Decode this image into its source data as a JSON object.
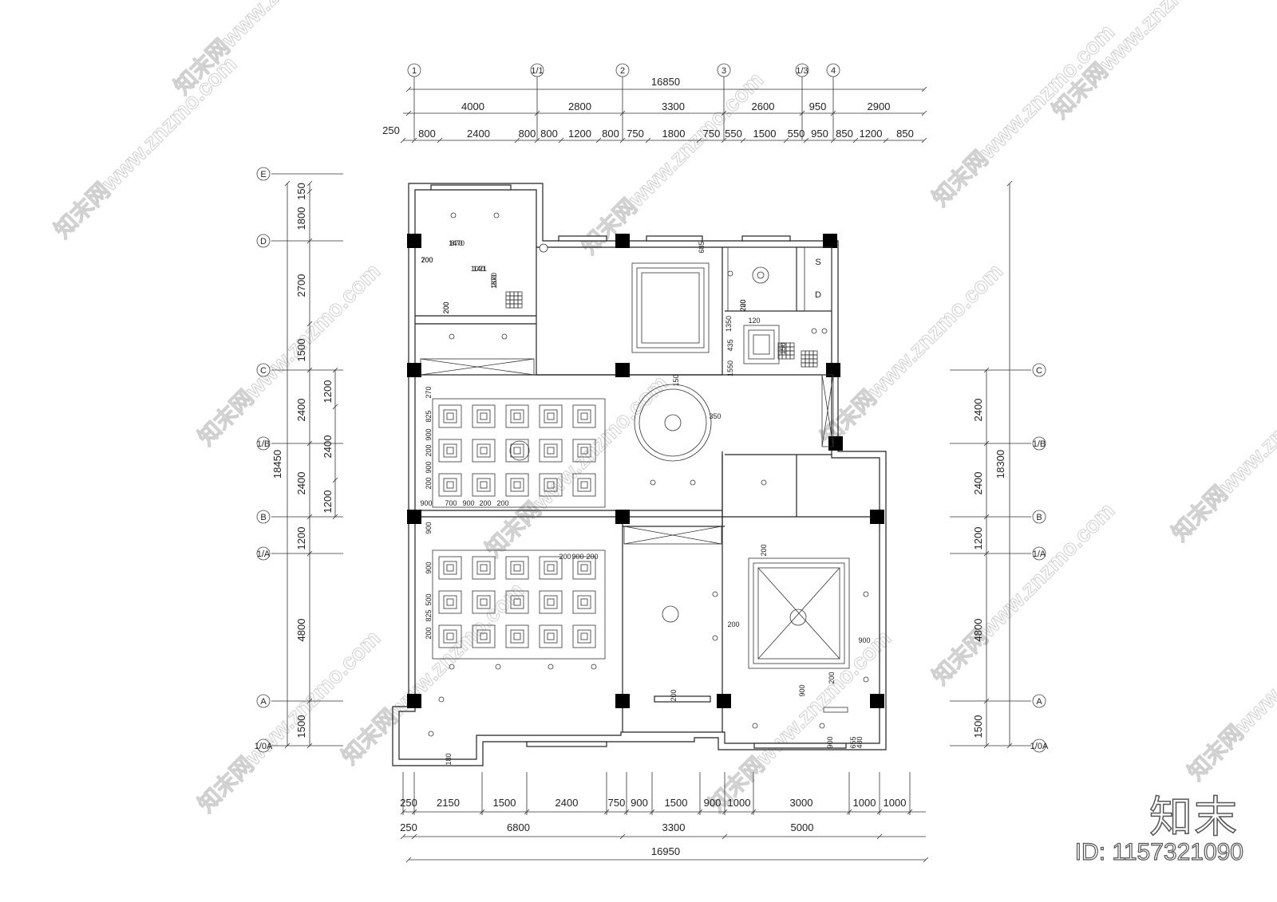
{
  "top_axes": [
    {
      "label": "1"
    },
    {
      "label": "1/1"
    },
    {
      "label": "2"
    },
    {
      "label": "3"
    },
    {
      "label": "1/3"
    },
    {
      "label": "4"
    }
  ],
  "left_axes": [
    {
      "label": "E"
    },
    {
      "label": "D"
    },
    {
      "label": "C"
    },
    {
      "label": "1/B"
    },
    {
      "label": "B"
    },
    {
      "label": "1/A"
    },
    {
      "label": "A"
    },
    {
      "label": "1/0A"
    }
  ],
  "right_axes": [
    {
      "label": "C"
    },
    {
      "label": "1/B"
    },
    {
      "label": "B"
    },
    {
      "label": "1/A"
    },
    {
      "label": "A"
    },
    {
      "label": "1/0A"
    }
  ],
  "top_total": "16850",
  "top_row1": [
    "4000",
    "2800",
    "3300",
    "2600",
    "950",
    "2900"
  ],
  "top_row2": [
    "250",
    "800",
    "2400",
    "800",
    "800",
    "1200",
    "800",
    "750",
    "1800",
    "750",
    "550",
    "1500",
    "550",
    "950",
    "850",
    "1200",
    "850"
  ],
  "left_total": "18450",
  "left_row1": [
    "150",
    "1800",
    "2700",
    "1500",
    "2400",
    "2400",
    "1200",
    "4800",
    "1500"
  ],
  "left_row2": [
    "1200",
    "2400",
    "1200"
  ],
  "right_total": "18300",
  "right_row1": [
    "2400",
    "2400",
    "1200",
    "4800",
    "1500"
  ],
  "bottom_total": "16950",
  "bottom_row1": [
    "250",
    "2150",
    "1500",
    "2400",
    "750",
    "900",
    "1500",
    "900",
    "1000",
    "3000",
    "1000",
    "1000"
  ],
  "bottom_row2": [
    "250",
    "6800",
    "3300",
    "5000"
  ],
  "room_dims": [
    "1470",
    "700",
    "140",
    "1670",
    "200",
    "200",
    "120",
    "1350",
    "435",
    "1550",
    "150",
    "150",
    "350",
    "270",
    "825",
    "900",
    "200",
    "900",
    "200",
    "900",
    "700",
    "900",
    "200",
    "200",
    "900",
    "200",
    "900",
    "200",
    "900",
    "500",
    "825",
    "200",
    "200",
    "200",
    "900",
    "200",
    "900",
    "200",
    "900",
    "655",
    "480",
    "685",
    "180",
    "870",
    "200",
    "1021",
    "200",
    "200",
    "220"
  ],
  "room_letters": [
    "S",
    "D"
  ],
  "watermark": "znzmo.com",
  "brand": "知末",
  "id_text": "ID: 1157321090"
}
